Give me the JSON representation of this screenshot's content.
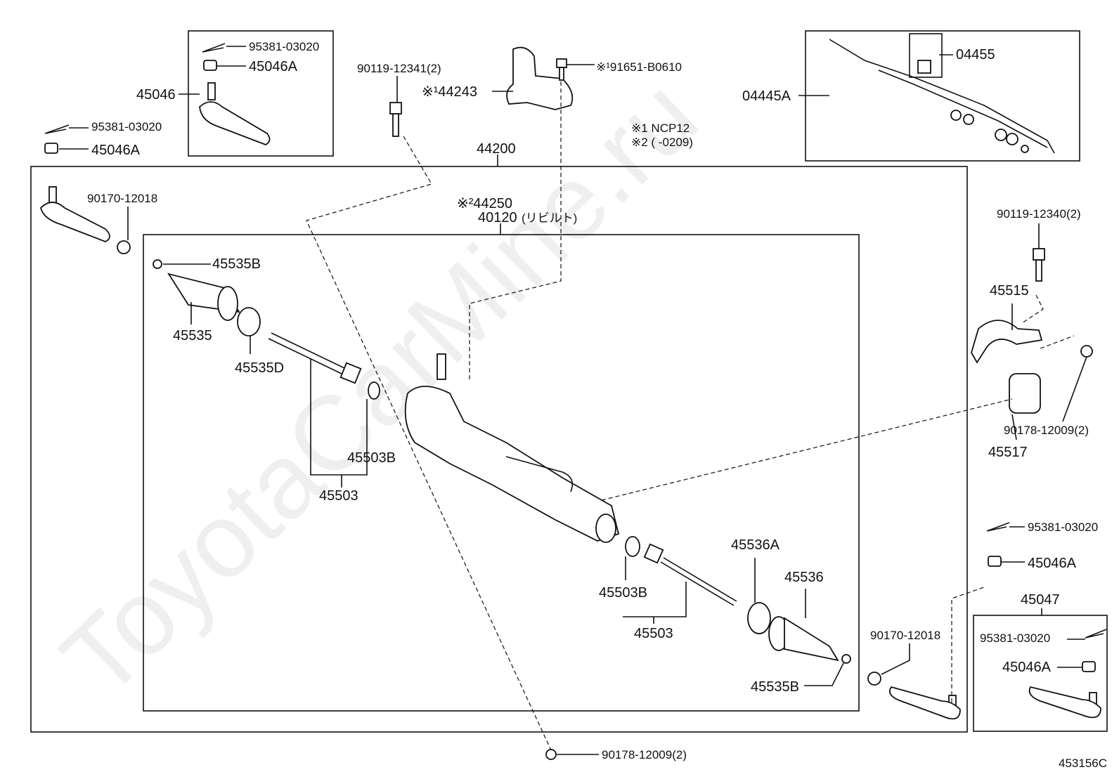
{
  "diagram": {
    "labels": {
      "l_95381_tl_box": "95381-03020",
      "l_45046A_tl_box": "45046A",
      "l_45046": "45046",
      "l_95381_tl": "95381-03020",
      "l_45046A_tl": "45046A",
      "l_90119_12341": "90119-12341(2)",
      "l_44243": "※¹44243",
      "l_91651": "※¹91651-B0610",
      "l_note1": "※1  NCP12",
      "l_note2": "※2  (        -0209)",
      "l_04445A": "04445A",
      "l_04455": "04455",
      "l_44200": "44200",
      "l_90170_left": "90170-12018",
      "l_44250": "※²44250",
      "l_40120": "40120",
      "l_rebuilt": "(リビルト)",
      "l_45535B_top": "45535B",
      "l_45535": "45535",
      "l_45535D": "45535D",
      "l_45503B_left": "45503B",
      "l_45503_left": "45503",
      "l_45536A": "45536A",
      "l_45536": "45536",
      "l_45503B_right": "45503B",
      "l_45503_right": "45503",
      "l_45535B_bottom": "45535B",
      "l_90119_12340": "90119-12340(2)",
      "l_45515": "45515",
      "l_90178_right": "90178-12009(2)",
      "l_45517": "45517",
      "l_95381_right": "95381-03020",
      "l_45046A_right": "45046A",
      "l_45047": "45047",
      "l_95381_br_box": "95381-03020",
      "l_45046A_br_box": "45046A",
      "l_90170_right": "90170-12018",
      "l_90178_bottom": "90178-12009(2)",
      "l_ref": "453156C"
    },
    "watermark": "ToyotaCarMine.ru"
  }
}
